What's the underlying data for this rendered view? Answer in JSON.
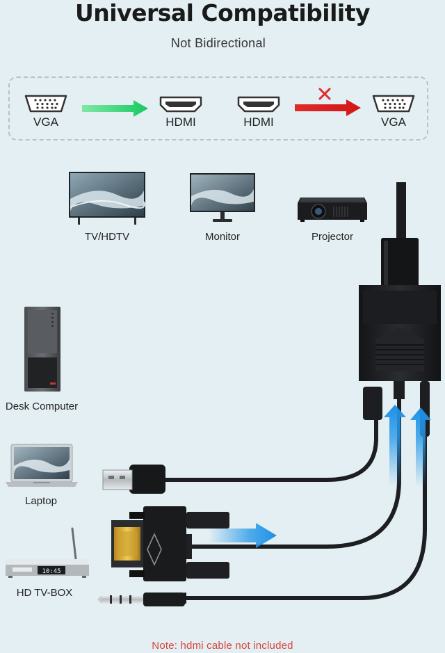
{
  "header": {
    "title": "Universal Compatibility",
    "subtitle": "Not Bidirectional"
  },
  "compatibility": {
    "items": [
      {
        "label": "VGA",
        "icon": "vga-port-icon"
      },
      {
        "label": "HDMI",
        "icon": "hdmi-port-icon"
      },
      {
        "label": "HDMI",
        "icon": "hdmi-port-icon"
      },
      {
        "label": "VGA",
        "icon": "vga-port-icon"
      }
    ],
    "supported_arrow_color": "#22d36a",
    "unsupported_arrow_color": "#e0262a"
  },
  "displays": [
    {
      "label": "TV/HDTV"
    },
    {
      "label": "Monitor"
    },
    {
      "label": "Projector"
    }
  ],
  "sources": [
    {
      "label": "Desk Computer"
    },
    {
      "label": "Laptop"
    },
    {
      "label": "HD TV-BOX"
    }
  ],
  "tvbox_display_text": "10:45",
  "note": "Note:  hdmi cable not included",
  "colors": {
    "background": "#e4eff3",
    "note": "#d8433a",
    "flow_arrow": "#2a9be8"
  }
}
